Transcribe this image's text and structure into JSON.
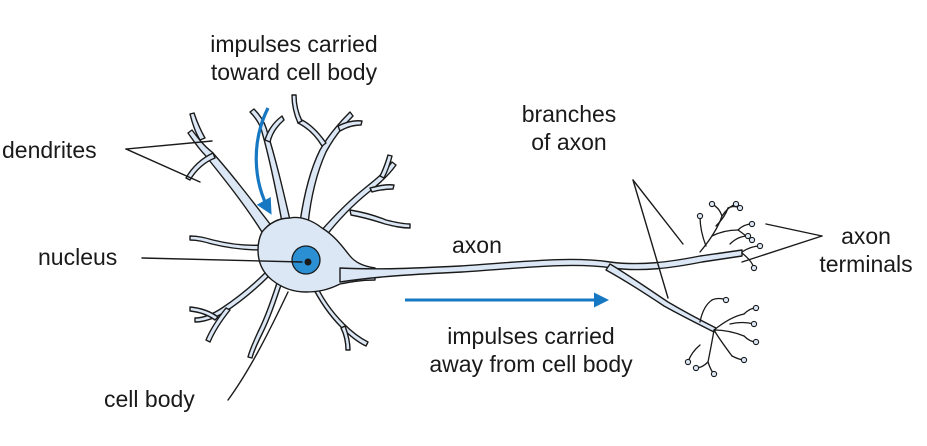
{
  "labels": {
    "impulses_toward": [
      "impulses carried",
      "toward cell body"
    ],
    "dendrites": "dendrites",
    "nucleus": "nucleus",
    "cell_body": "cell body",
    "axon": "axon",
    "branches_of_axon": [
      "branches",
      "of axon"
    ],
    "axon_terminals": [
      "axon",
      "terminals"
    ],
    "impulses_away": [
      "impulses carried",
      "away from cell body"
    ]
  },
  "colors": {
    "cell_fill": "#dbe7f5",
    "cell_outline": "#1a1a1a",
    "nucleus_fill": "#2b8fd4",
    "nucleolus": "#1a1a1a",
    "arrow": "#1677c2",
    "leader_line": "#1a1a1a"
  }
}
